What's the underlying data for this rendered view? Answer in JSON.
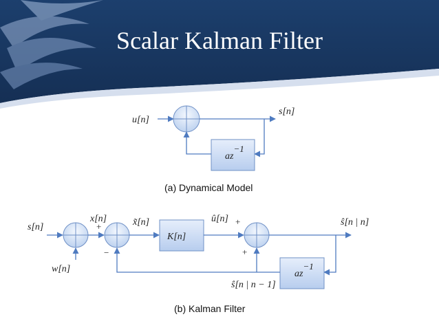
{
  "slide": {
    "title": "Scalar Kalman Filter",
    "colors": {
      "banner": "#1a3a64",
      "line": "#4f7bc0",
      "block_fill": "#c9daf2"
    }
  },
  "model_a": {
    "input_label": "u[n]",
    "output_label": "s[n]",
    "delay_block": {
      "base": "az",
      "exponent": "−1"
    },
    "caption": "(a) Dynamical Model"
  },
  "model_b": {
    "input_label": "s[n]",
    "noise_label": "w[n]",
    "x_label": "x[n]",
    "x_tilde_label": "x̃[n]",
    "gain_block": "K[n]",
    "u_hat_label": "û[n]",
    "output_label": "ŝ[n | n]",
    "feedback_label": "ŝ[n | n − 1]",
    "delay_block": {
      "base": "az",
      "exponent": "−1"
    },
    "signs": {
      "plus_sum1": "+",
      "minus_sum2": "−",
      "plus_sum3_top": "+",
      "plus_sum3_bottom": "+"
    },
    "caption": "(b) Kalman Filter"
  }
}
